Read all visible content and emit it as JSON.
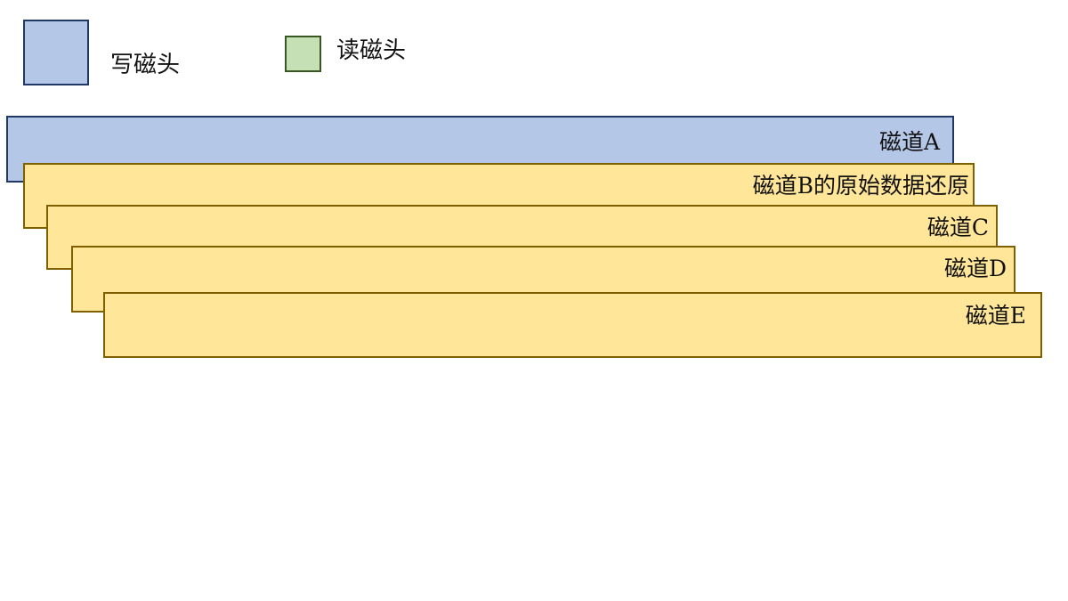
{
  "legend": {
    "write_head": {
      "label": "写磁头",
      "color": "#b4c7e7",
      "border": "#203864"
    },
    "read_head": {
      "label": "读磁头",
      "color": "#c5e0b4",
      "border": "#385723"
    }
  },
  "tracks": [
    {
      "label": "磁道A",
      "type": "write"
    },
    {
      "label": "磁道B的原始数据还原",
      "type": "data"
    },
    {
      "label": "磁道C",
      "type": "data"
    },
    {
      "label": "磁道D",
      "type": "data"
    },
    {
      "label": "磁道E",
      "type": "data"
    }
  ],
  "colors": {
    "track_fill": "#ffe699",
    "track_border": "#7f6000"
  }
}
